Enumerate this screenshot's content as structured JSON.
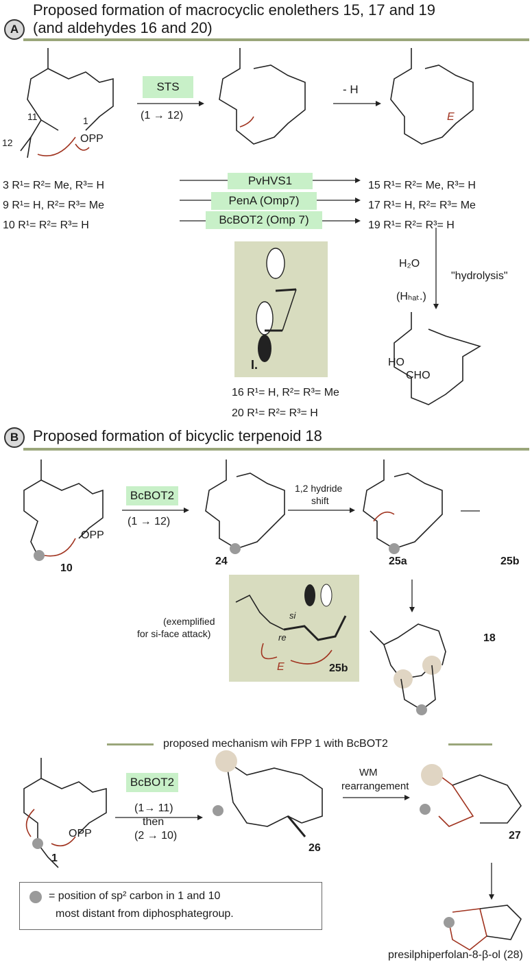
{
  "section_a": {
    "badge": "A",
    "title_line1": "Proposed formation of macrocyclic enolethers 15, 17 and 19",
    "title_line2": "(and aldehydes 16 and 20)",
    "enzyme_top": "STS",
    "step_top": "(1 → 12)",
    "deprotonation": "- H",
    "opp": "OPP",
    "atom_11": "11",
    "atom_12": "12",
    "atom_1": "1",
    "E_label": "E",
    "rows": [
      {
        "left": "3 R¹= R²= Me, R³= H",
        "enzyme": "PvHVS1",
        "right": "15 R¹= R²= Me, R³= H"
      },
      {
        "left": "9 R¹= H, R²= R³= Me",
        "enzyme": "PenA (Omp7)",
        "right": "17 R¹= H, R²= R³= Me"
      },
      {
        "left": "10 R¹= R²= R³= H",
        "enzyme": "BcBOT2 (Omp 7)",
        "right": "19 R¹= R²= R³= H"
      }
    ],
    "hydrolysis_reagent": "H₂O",
    "hydrolysis_cat": "(Hₕₐₜ.)",
    "hydrolysis_label": "\"hydrolysis\"",
    "inset_label": "I.",
    "products": [
      "16 R¹= H, R²= R³= Me",
      "20 R¹= R²= R³= H"
    ],
    "aldehyde_HO": "HO",
    "aldehyde_CHO": "CHO"
  },
  "section_b": {
    "badge": "B",
    "title": "Proposed formation of bicyclic terpenoid 18",
    "enzyme": "BcBOT2",
    "step": "(1 → 12)",
    "shift_label_1": "1,2 hydride",
    "shift_label_2": "shift",
    "compounds": {
      "c10": "10",
      "c24": "24",
      "c25a": "25a",
      "c25b": "25b",
      "c25b_inset": "25b",
      "c18": "18"
    },
    "exemplified_1": "(exemplified",
    "exemplified_2": "for si-face attack)",
    "si": "si",
    "re": "re",
    "E_label": "E"
  },
  "fpp": {
    "subtitle": "proposed mechanism wih FPP 1 with BcBOT2",
    "enzyme": "BcBOT2",
    "step1": "(1→ 11)",
    "then": "then",
    "step2": "(2 → 10)",
    "wm_1": "WM",
    "wm_2": "rearrangement",
    "compounds": {
      "c1": "1",
      "c26": "26",
      "c27": "27"
    },
    "legend_line1": "= position of sp² carbon in 1 and 10",
    "legend_line2": "most distant from diphosphategroup.",
    "final_name": "presilphiperfolan-8-β-ol (28)"
  },
  "colors": {
    "rule": "#9aa67a",
    "enzyme_box": "#c8f0c8",
    "inset_bg": "#d8dcbf",
    "highlight": "#a0331f",
    "gray_dot": "#9a9a9a"
  }
}
